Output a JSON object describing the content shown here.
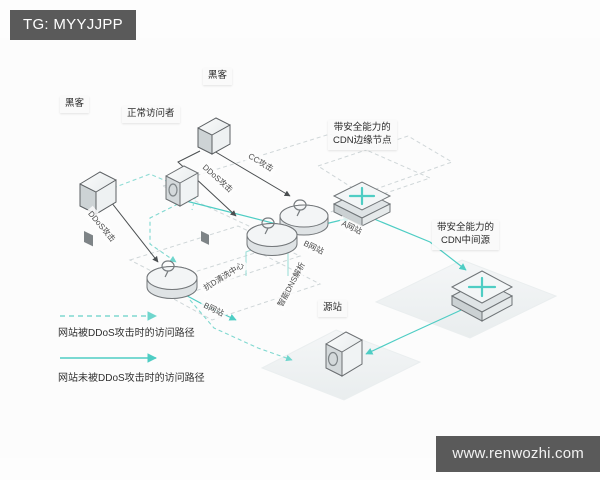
{
  "overlay": {
    "tag_badge": "TG: MYYJJPP",
    "watermark": "www.renwozhi.com"
  },
  "colors": {
    "accent_teal": "#4ecdc4",
    "accent_teal_dark": "#34bdb2",
    "badge_gray": "#5a5a5a",
    "node_gray": "#8d9194",
    "plate_gray": "#eef1f2",
    "line_gray": "#5b5f61",
    "text_dark": "#2b2b2b"
  },
  "diagram": {
    "title_type": "isometric-network-architecture",
    "nodes": [
      {
        "id": "hacker-left",
        "label": "黑客",
        "kind": "hacker-icon"
      },
      {
        "id": "hacker-top",
        "label": "黑客",
        "kind": "hacker-icon"
      },
      {
        "id": "visitor",
        "label": "正常访问者",
        "kind": "user-icon"
      },
      {
        "id": "router-upper",
        "label": "",
        "kind": "router-icon"
      },
      {
        "id": "router-lower",
        "label": "",
        "kind": "router-icon"
      },
      {
        "id": "cdn-edge",
        "label": "带安全能力的\nCDN边缘节点",
        "kind": "cdn-node-icon"
      },
      {
        "id": "cdn-mid",
        "label": "带安全能力的\nCDN中间源",
        "kind": "cdn-node-icon"
      },
      {
        "id": "origin",
        "label": "源站",
        "kind": "server-icon"
      }
    ],
    "node_labels": {
      "hacker_left": "黑客",
      "hacker_top": "黑客",
      "visitor": "正常访问者",
      "cdn_edge_line1": "带安全能力的",
      "cdn_edge_line2": "CDN边缘节点",
      "cdn_mid_line1": "带安全能力的",
      "cdn_mid_line2": "CDN中间源",
      "origin": "源站"
    },
    "edge_labels": {
      "cc_attack": "CC攻击",
      "ddos_attack_top": "DDoS攻击",
      "ddos_attack_left": "DDoS攻击",
      "site_a": "A网站",
      "site_b_upper": "B网站",
      "site_b_lower": "B网站",
      "scrub_center": "抗D清洗中心",
      "smart_dns": "智能DNS解析"
    },
    "legend": [
      {
        "style": "dashed",
        "text": "网站被DDoS攻击时的访问路径"
      },
      {
        "style": "solid",
        "text": "网站未被DDoS攻击时的访问路径"
      }
    ]
  }
}
